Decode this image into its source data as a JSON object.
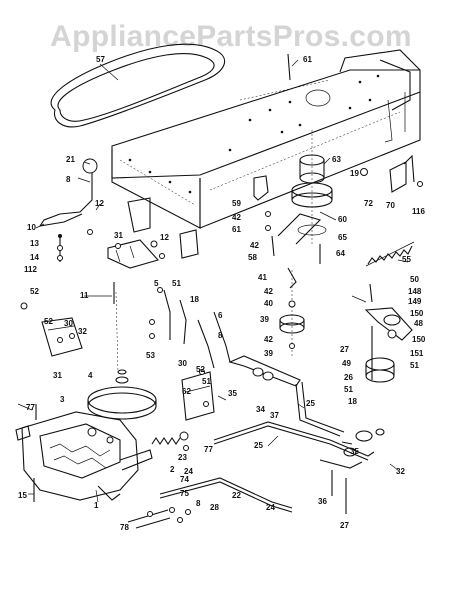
{
  "watermark": "AppliancePartsPros.com",
  "callouts": [
    "57",
    "61",
    "12",
    "21",
    "8",
    "10",
    "13",
    "14",
    "112",
    "31",
    "12",
    "11",
    "52",
    "52",
    "30",
    "32",
    "31",
    "4",
    "3",
    "77",
    "1",
    "15",
    "19",
    "72",
    "70",
    "116",
    "63",
    "59",
    "42",
    "61",
    "60",
    "42",
    "58",
    "65",
    "64",
    "41",
    "42",
    "40",
    "39",
    "42",
    "39",
    "55",
    "50",
    "148",
    "149",
    "150",
    "48",
    "27",
    "150",
    "49",
    "151",
    "51",
    "26",
    "51",
    "18",
    "5",
    "51",
    "18",
    "6",
    "8",
    "53",
    "32",
    "30",
    "52",
    "51",
    "62",
    "35",
    "34",
    "37",
    "25",
    "23",
    "2",
    "24",
    "77",
    "74",
    "75",
    "78",
    "8",
    "28",
    "22",
    "24",
    "25",
    "36",
    "35",
    "27"
  ]
}
